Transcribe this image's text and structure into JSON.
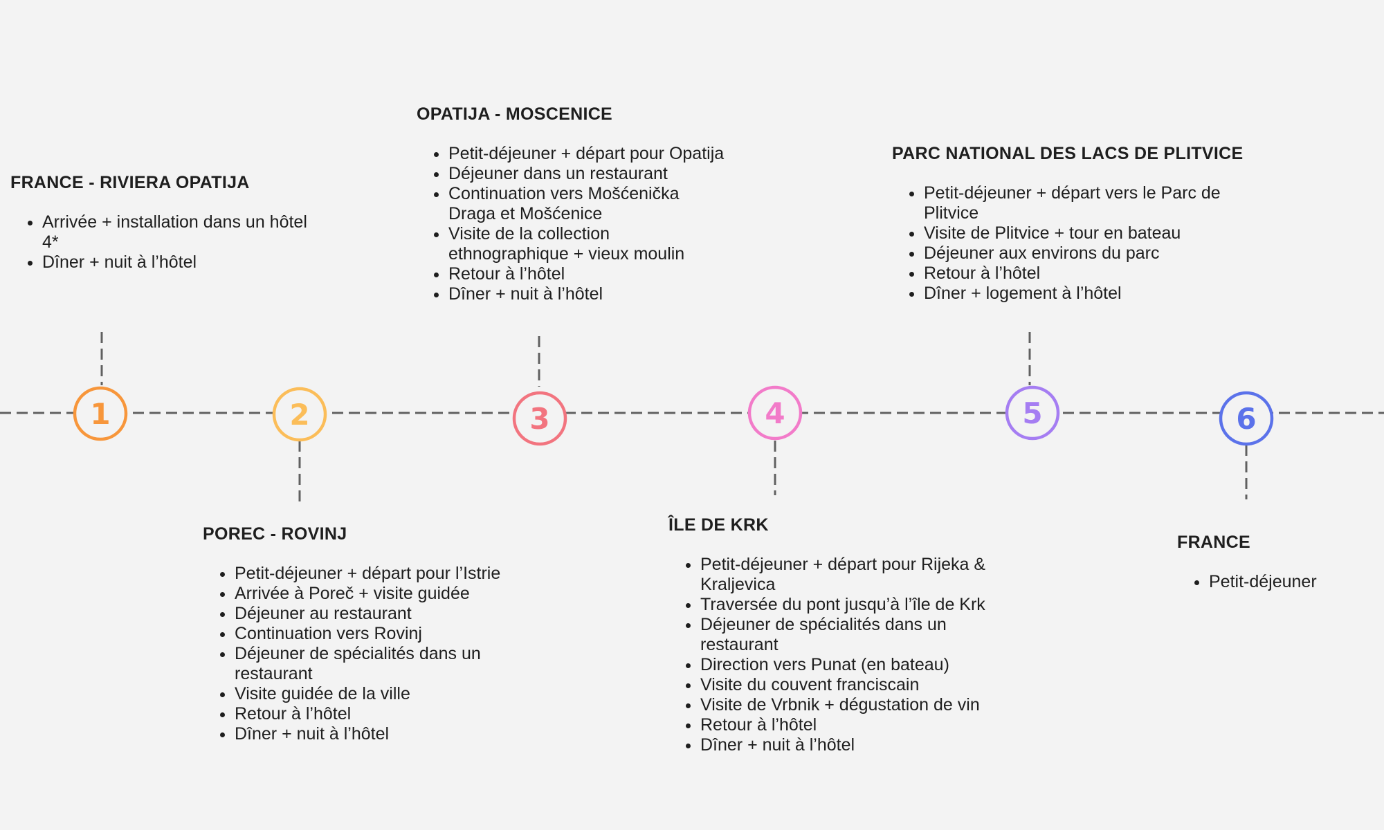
{
  "steps": [
    {
      "number": "1",
      "color": "#f7963b",
      "title": "FRANCE -  RIVIERA OPATIJA",
      "items": [
        "Arrivée + installation dans un hôtel 4*",
        "Dîner + nuit à l’hôtel"
      ]
    },
    {
      "number": "2",
      "color": "#fbbd59",
      "title": "POREC - ROVINJ",
      "items": [
        "Petit-déjeuner + départ pour l’Istrie",
        "Arrivée à Poreč + visite guidée",
        "Déjeuner au restaurant",
        "Continuation vers Rovinj",
        "Déjeuner de spécialités dans un restaurant",
        "Visite guidée de la ville",
        "Retour à l’hôtel",
        "Dîner + nuit à l’hôtel"
      ]
    },
    {
      "number": "3",
      "color": "#f2747f",
      "title": "OPATIJA - MOSCENICE",
      "items": [
        "Petit-déjeuner + départ pour Opatija",
        "Déjeuner dans un restaurant",
        "Continuation vers Mošćenička Draga et Mošćenice",
        "Visite de la collection ethnographique + vieux moulin",
        "Retour à l’hôtel",
        "Dîner + nuit à l’hôtel"
      ]
    },
    {
      "number": "4",
      "color": "#f27bc9",
      "title": "ÎLE DE KRK",
      "items": [
        "Petit-déjeuner + départ pour Rijeka & Kraljevica",
        "Traversée du pont jusqu’à l’île de Krk",
        "Déjeuner de spécialités dans un restaurant",
        "Direction vers Punat (en bateau)",
        "Visite du couvent franciscain",
        "Visite de Vrbnik + dégustation de vin",
        "Retour à l’hôtel",
        "Dîner + nuit à l’hôtel"
      ]
    },
    {
      "number": "5",
      "color": "#a57df2",
      "title": "PARC NATIONAL DES LACS DE PLITVICE",
      "items": [
        "Petit-déjeuner + départ vers le Parc de Plitvice",
        "Visite de Plitvice + tour en bateau",
        "Déjeuner aux environs du parc",
        "Retour à l’hôtel",
        "Dîner + logement à l’hôtel"
      ]
    },
    {
      "number": "6",
      "color": "#5b72ea",
      "title": "FRANCE",
      "items": [
        "Petit-déjeuner"
      ]
    }
  ],
  "colors": {
    "background": "#f3f3f3",
    "line": "#606060",
    "text": "#1e1e1e"
  }
}
